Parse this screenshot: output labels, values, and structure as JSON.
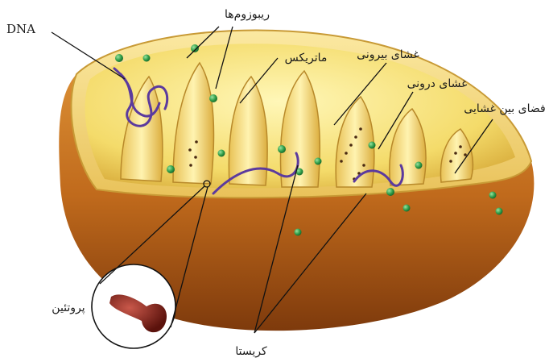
{
  "labels": {
    "dna": "DNA",
    "ribosomes": "ریبوزوم‌ها",
    "matrix": "ماتریکس",
    "outer_membrane": "غشای بیرونی",
    "inner_membrane": "غشای درونی",
    "intermembrane_space": "فضای بین غشایی",
    "protein": "پروتئین",
    "cristae": "کریستا"
  }
}
